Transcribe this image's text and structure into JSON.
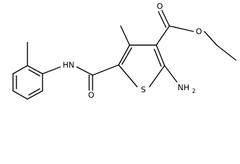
{
  "atoms": {
    "ester_carbonyl_o": "O",
    "ester_ether_o": "O",
    "amide_nh": "HN",
    "amide_carbonyl_o": "O",
    "ring_sulfur": "S",
    "amino_n": "NH",
    "amino_h_count": "2"
  },
  "colors": {
    "ink": "#000000",
    "background": "#ffffff"
  }
}
